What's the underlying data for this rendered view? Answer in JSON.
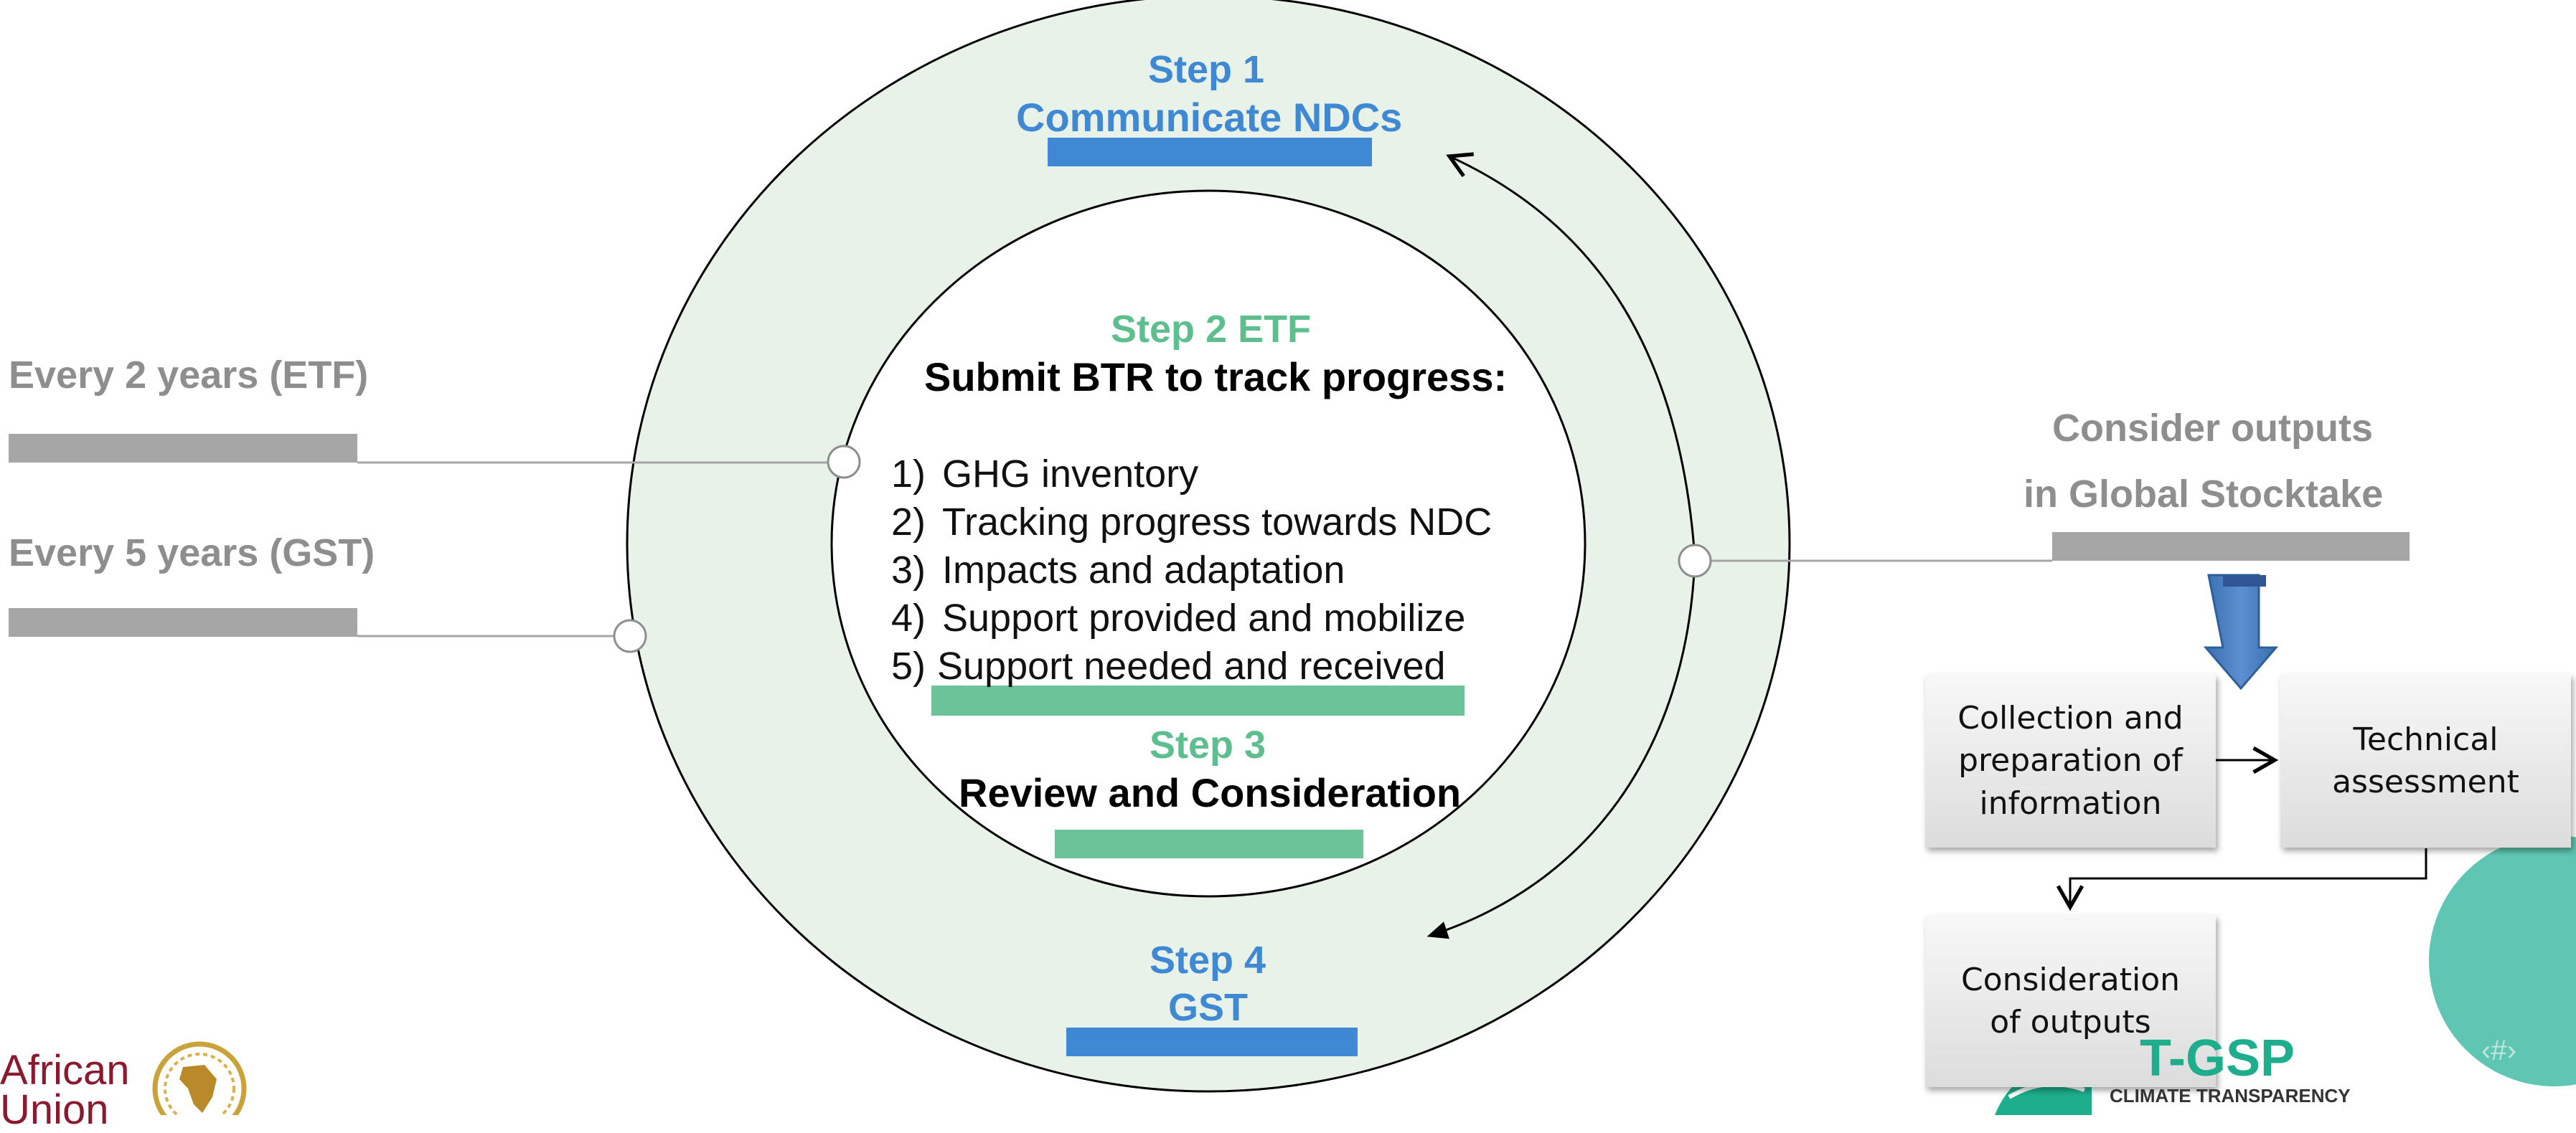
{
  "diagram": {
    "step1": {
      "title": "Step 1",
      "subtitle": "Communicate NDCs"
    },
    "step2": {
      "title": "Step 2 ETF",
      "subtitle": "Submit BTR to track progress:",
      "items": [
        {
          "num": "1)",
          "text": "GHG inventory"
        },
        {
          "num": "2)",
          "text": "Tracking progress towards NDC"
        },
        {
          "num": "3)",
          "text": "Impacts and adaptation"
        },
        {
          "num": "4)",
          "text": "Support provided and mobilize"
        },
        {
          "num": "5)",
          "text": "Support needed and received"
        }
      ]
    },
    "step3": {
      "title": "Step 3",
      "subtitle": "Review and Consideration"
    },
    "step4": {
      "title": "Step 4",
      "subtitle": "GST"
    },
    "left_labels": {
      "etf": "Every 2 years (ETF)",
      "gst": "Every 5 years (GST)"
    },
    "right_label": {
      "line1": "Consider outputs",
      "line2": "in Global Stocktake"
    },
    "process_boxes": {
      "collection": "Collection and\npreparation of\ninformation",
      "technical": "Technical\nassessment",
      "consideration": "Consideration\nof outputs"
    }
  },
  "footer": {
    "au_logo_text": "African Union",
    "icat_logo_text": "T-GSP",
    "icat_tagline": "CLIMATE TRANSPARENCY",
    "slide_number": "‹#›"
  },
  "colors": {
    "blue": "#3f88d4",
    "green": "#5fbe8e",
    "gray": "#8e8e8e",
    "ring_fill": "#e8f2e8",
    "teal": "#5fc6b3",
    "arrow_blue": "#4a7fc0"
  }
}
